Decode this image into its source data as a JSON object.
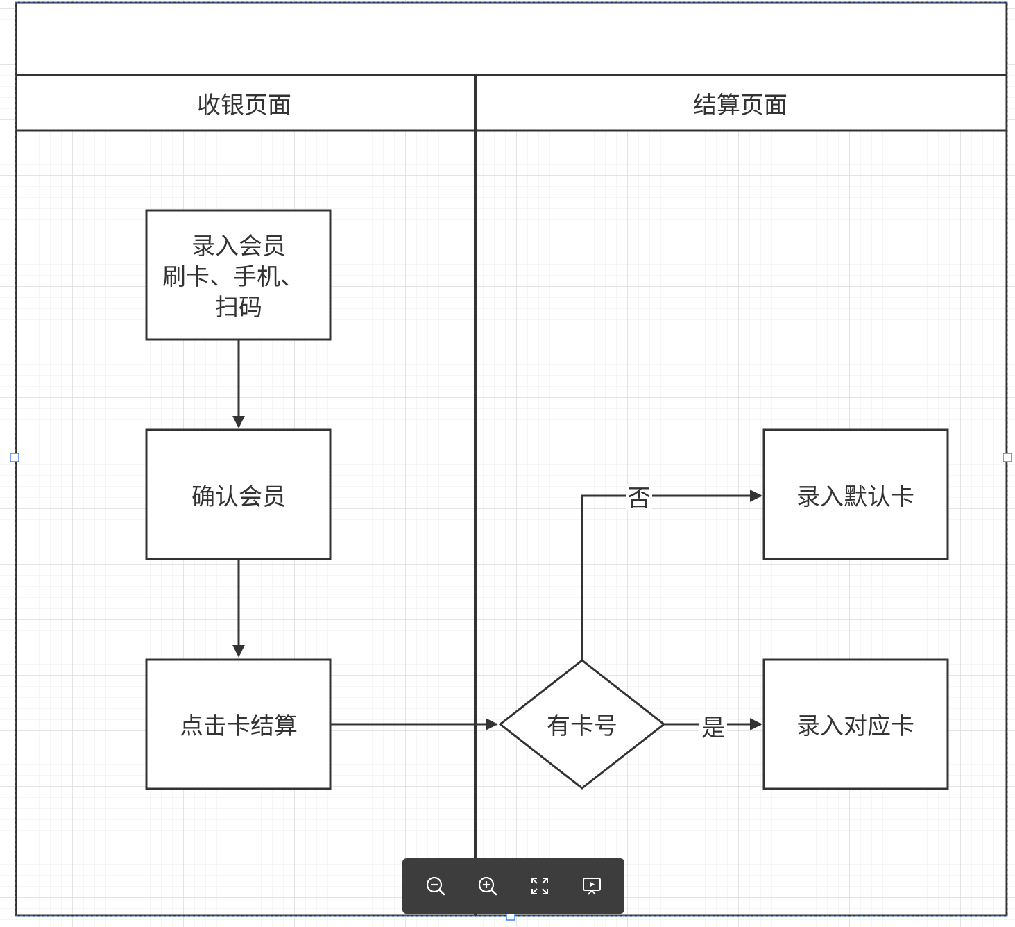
{
  "diagram": {
    "lanes": [
      {
        "id": "lane-cashier",
        "title": "收银页面"
      },
      {
        "id": "lane-checkout",
        "title": "结算页面"
      }
    ],
    "nodes": {
      "enter_member": {
        "shape": "rect",
        "lines": [
          "录入会员",
          "刷卡、手机、",
          "扫码"
        ]
      },
      "confirm_member": {
        "shape": "rect",
        "lines": [
          "确认会员"
        ]
      },
      "click_card_checkout": {
        "shape": "rect",
        "lines": [
          "点击卡结算"
        ]
      },
      "has_card_no": {
        "shape": "diamond",
        "lines": [
          "有卡号"
        ]
      },
      "enter_default_card": {
        "shape": "rect",
        "lines": [
          "录入默认卡"
        ]
      },
      "enter_matching_card": {
        "shape": "rect",
        "lines": [
          "录入对应卡"
        ]
      }
    },
    "edges": [
      {
        "from": "enter_member",
        "to": "confirm_member",
        "label": ""
      },
      {
        "from": "confirm_member",
        "to": "click_card_checkout",
        "label": ""
      },
      {
        "from": "click_card_checkout",
        "to": "has_card_no",
        "label": ""
      },
      {
        "from": "has_card_no",
        "to": "enter_default_card",
        "label": "否"
      },
      {
        "from": "has_card_no",
        "to": "enter_matching_card",
        "label": "是"
      }
    ],
    "colors": {
      "stroke": "#333333",
      "text": "#333333",
      "grid_minor": "#e6e6e6",
      "grid_major": "#d9d9d9",
      "selection": "#3b82f6"
    }
  },
  "toolbar": {
    "buttons": [
      {
        "icon": "zoom-out-icon",
        "action": "zoom-out"
      },
      {
        "icon": "zoom-in-icon",
        "action": "zoom-in"
      },
      {
        "icon": "fullscreen-icon",
        "action": "fullscreen"
      },
      {
        "icon": "presentation-icon",
        "action": "present"
      }
    ]
  }
}
